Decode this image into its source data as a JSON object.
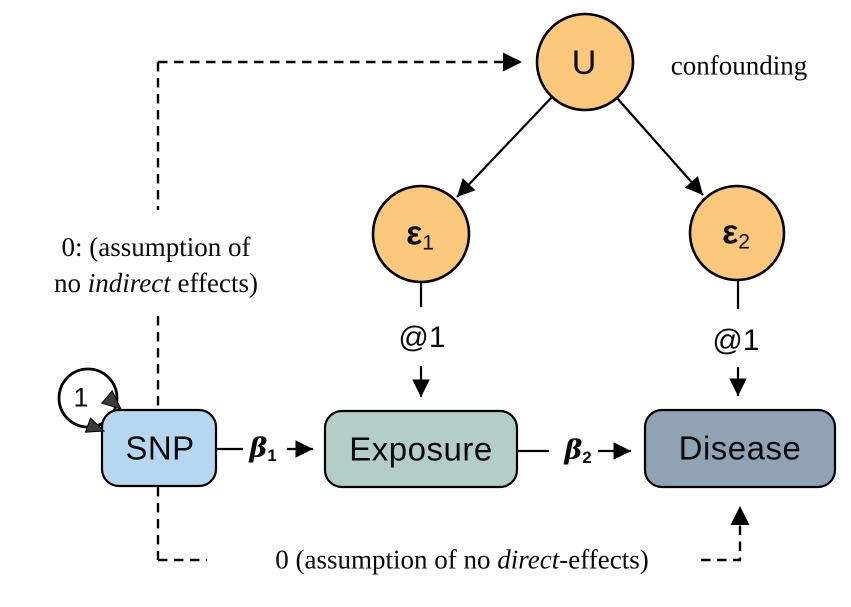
{
  "diagram": {
    "nodes": {
      "u": {
        "label": "U"
      },
      "eps1": {
        "symbol": "ε",
        "sub": "1"
      },
      "eps2": {
        "symbol": "ε",
        "sub": "2"
      },
      "snp": {
        "label": "SNP"
      },
      "exposure": {
        "label": "Exposure"
      },
      "disease": {
        "label": "Disease"
      }
    },
    "edges": {
      "beta1": {
        "symbol": "β",
        "sub": "1"
      },
      "beta2": {
        "symbol": "β",
        "sub": "2"
      },
      "loading_exposure": {
        "label": "@1"
      },
      "loading_disease": {
        "label": "@1"
      },
      "snp_self_loop": {
        "label": "1"
      }
    },
    "annotations": {
      "confounding": "confounding",
      "no_indirect": {
        "line1": "0: (assumption of",
        "line2_pre": "no ",
        "line2_italic": "indirect",
        "line2_post": " effects)"
      },
      "no_direct": {
        "pre": "0 (assumption of no ",
        "italic": "direct",
        "post": "-effects)"
      }
    },
    "colors": {
      "latent_fill": "#FBC87C",
      "snp_fill": "#B7D7F0",
      "exposure_fill": "#B3CDC7",
      "disease_fill": "#8FA3B5",
      "stroke": "#000000",
      "loop_arrowhead": "#3a3a3a"
    }
  }
}
